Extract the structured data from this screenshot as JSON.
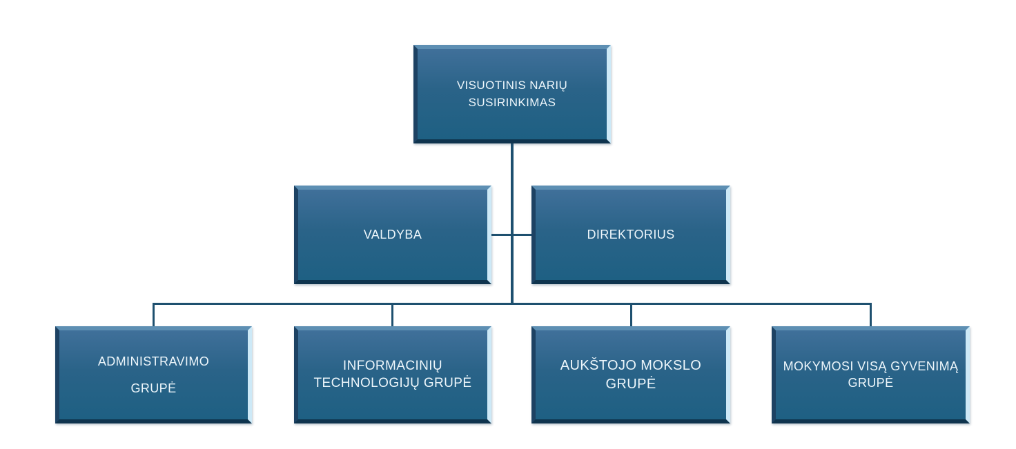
{
  "diagram": {
    "type": "org-chart",
    "colors": {
      "background": "#ffffff",
      "node_fill_top": "#40709a",
      "node_fill_bottom": "#1e6083",
      "node_bevel_light": "#cde9f7",
      "node_bevel_dark": "#0f344e",
      "connector": "#1e506f",
      "text": "#edf6fb"
    },
    "nodes": [
      {
        "id": "visuotinis-nariu-susirinkimas",
        "level": 1,
        "parent": null,
        "label": "VISUOTINIS NARIŲ SUSIRINKIMAS",
        "lines": [
          "VISUOTINIS NARIŲ",
          "SUSIRINKIMAS"
        ]
      },
      {
        "id": "valdyba",
        "level": 2,
        "parent": "visuotinis-nariu-susirinkimas",
        "label": "VALDYBA",
        "lines": [
          "VALDYBA"
        ]
      },
      {
        "id": "direktorius",
        "level": 2,
        "parent": "visuotinis-nariu-susirinkimas",
        "label": "DIREKTORIUS",
        "lines": [
          "DIREKTORIUS"
        ]
      },
      {
        "id": "administravimo-grupe",
        "level": 3,
        "parent": "direktorius",
        "label": "ADMINISTRAVIMO GRUPĖ",
        "lines": [
          "ADMINISTRAVIMO",
          "GRUPĖ"
        ]
      },
      {
        "id": "informaciniu-technologiju-grupe",
        "level": 3,
        "parent": "direktorius",
        "label": "INFORMACINIŲ TECHNOLOGIJŲ GRUPĖ",
        "lines": [
          "INFORMACINIŲ",
          "TECHNOLOGIJŲ GRUPĖ"
        ]
      },
      {
        "id": "aukstojo-mokslo-grupe",
        "level": 3,
        "parent": "direktorius",
        "label": "AUKŠTOJO MOKSLO GRUPĖ",
        "lines": [
          "AUKŠTOJO MOKSLO GRUPĖ"
        ]
      },
      {
        "id": "mokymosi-visa-gyvenima-grupe",
        "level": 3,
        "parent": "direktorius",
        "label": "MOKYMOSI VISĄ GYVENIMĄ GRUPĖ",
        "lines": [
          "MOKYMOSI VISĄ GYVENIMĄ",
          "GRUPĖ"
        ]
      }
    ]
  }
}
